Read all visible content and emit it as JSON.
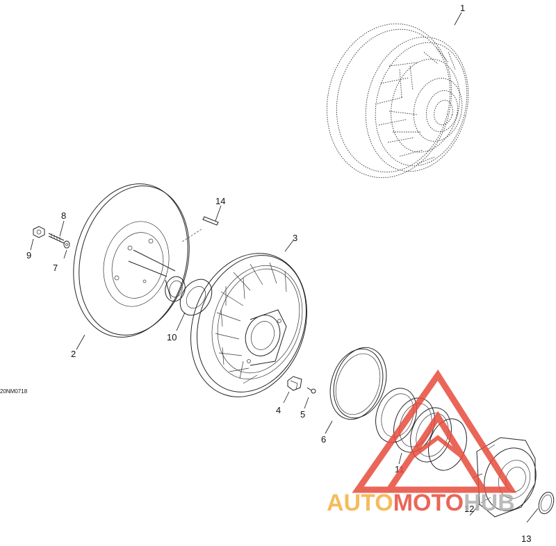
{
  "diagram_code": "20NM0718",
  "callouts": [
    "1",
    "2",
    "3",
    "4",
    "5",
    "6",
    "7",
    "8",
    "9",
    "10",
    "11",
    "12",
    "13",
    "14"
  ],
  "watermark": {
    "part1": "AUTO",
    "part2": "MOTO",
    "part3": "HUB",
    "color_orange": "#f5b041",
    "color_red": "#e74c3c",
    "color_gray": "#b0b0b0"
  }
}
